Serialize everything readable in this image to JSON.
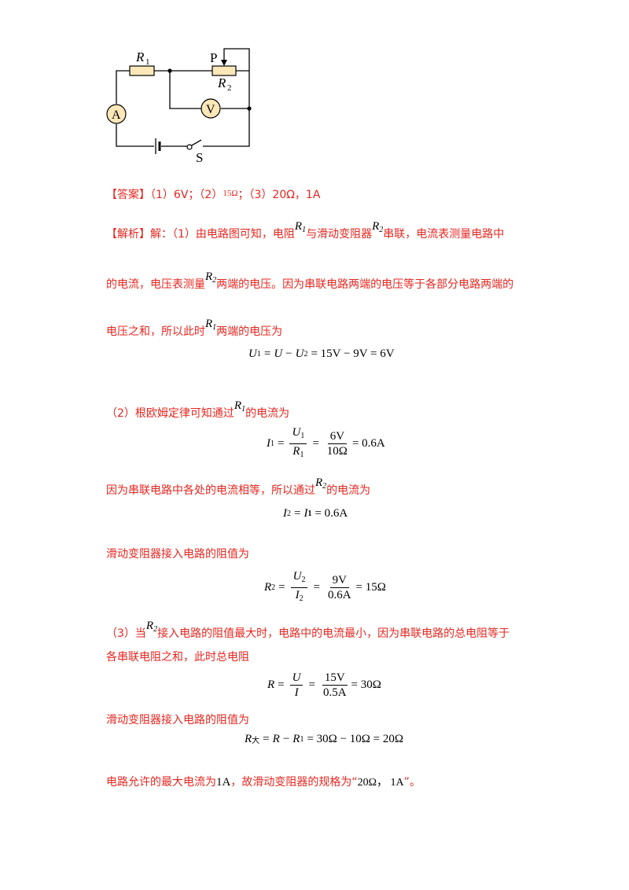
{
  "circuit": {
    "labels": {
      "r1": "R",
      "r1_sub": "1",
      "p": "P",
      "r2": "R",
      "r2_sub": "2",
      "ammeter": "A",
      "voltmeter": "V",
      "switch": "S"
    }
  },
  "answer": {
    "tag": "【答案】",
    "part1": "（1）6V；",
    "part2_pre": "（2）",
    "part2_val": "15Ω",
    "part2_post": "；",
    "part3": "（3）20Ω，1A"
  },
  "analysis": {
    "tag": "【解析】",
    "l1_a": "解：（1）由电路图可知，电阻",
    "l1_b": "与滑动变阻器",
    "l1_c": "串联，电流表测量电路中",
    "l2_a": "的电流，电压表测量",
    "l2_b": "两端的电压。因为串联电路两端的电压等于各部分电路两端的",
    "l3_a": "电压之和，所以此时",
    "l3_b": "两端的电压为",
    "eq1": "= 15V − 9V = 6V",
    "l4_a": "（2）根欧姆定律可知通过",
    "l4_b": "的电流为",
    "eq2_n1": "U",
    "eq2_d1": "R",
    "eq2_n2": "6V",
    "eq2_d2": "10Ω",
    "eq2_res": "= 0.6A",
    "l5_a": "因为串联电路中各处的电流相等，所以通过",
    "l5_b": "的电流为",
    "eq3_res": "= 0.6A",
    "l6": "滑动变阻器接入电路的阻值为",
    "eq4_n2": "9V",
    "eq4_d2": "0.6A",
    "eq4_res": "= 15Ω",
    "l7_a": "（3）当",
    "l7_b": "接入电路的阻值最大时，电路中的电流最小，因为串联电路的总电阻等于",
    "l8": "各串联电阻之和，此时总电阻",
    "eq5_n2": "15V",
    "eq5_d2": "0.5A",
    "eq5_res": "= 30Ω",
    "l9": "滑动变阻器接入电路的阻值为",
    "eq6_sub": "大",
    "eq6_res": "= 30Ω − 10Ω = 20Ω",
    "l10_a": "电路允许的最大电流为",
    "l10_val": "1A",
    "l10_b": "，故滑动变阻器的规格为“",
    "l10_spec": "20Ω， 1A",
    "l10_c": "”。"
  }
}
